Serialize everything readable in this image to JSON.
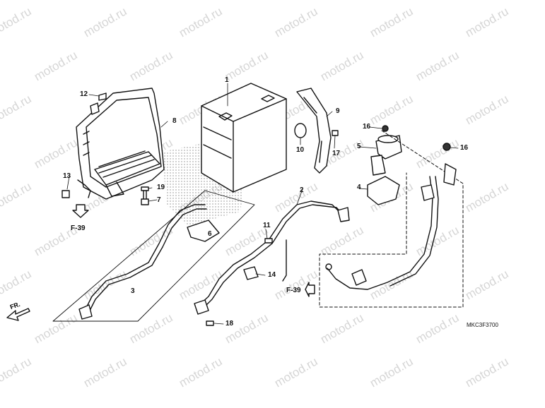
{
  "watermark": "motod.ru",
  "diagram_code": "MKC3F3700",
  "front_marker": "FR.",
  "refs": [
    "F-39",
    "F-39"
  ],
  "callouts": [
    "1",
    "2",
    "3",
    "4",
    "5",
    "6",
    "7",
    "8",
    "9",
    "10",
    "11",
    "12",
    "13",
    "14",
    "16",
    "16",
    "17",
    "18",
    "19"
  ]
}
